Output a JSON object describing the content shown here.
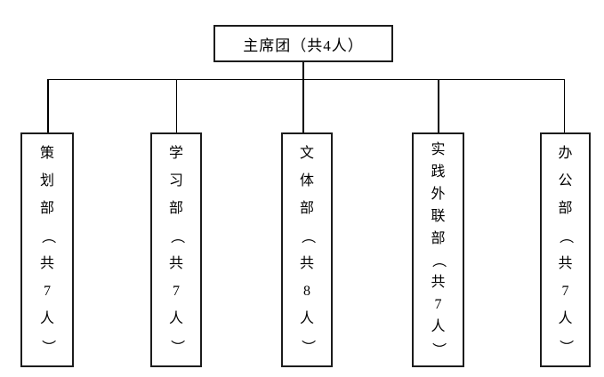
{
  "org_chart": {
    "root": {
      "label": "主席团（共4人）",
      "name": "主席团",
      "member_count_text": "共4人"
    },
    "departments": [
      {
        "label": "策划部（共7人）",
        "name": "策划部",
        "member_count_text": "共7人"
      },
      {
        "label": "学习部（共7人）",
        "name": "学习部",
        "member_count_text": "共7人"
      },
      {
        "label": "文体部（共8人）",
        "name": "文体部",
        "member_count_text": "共8人"
      },
      {
        "label": "实践外联部（共7人）",
        "name": "实践外联部",
        "member_count_text": "共7人"
      },
      {
        "label": "办公部（共7人）",
        "name": "办公部",
        "member_count_text": "共7人"
      }
    ],
    "colors": {
      "line": "#000000",
      "box_border": "#1c1c1c",
      "text": "#000000",
      "background": "#ffffff"
    }
  }
}
